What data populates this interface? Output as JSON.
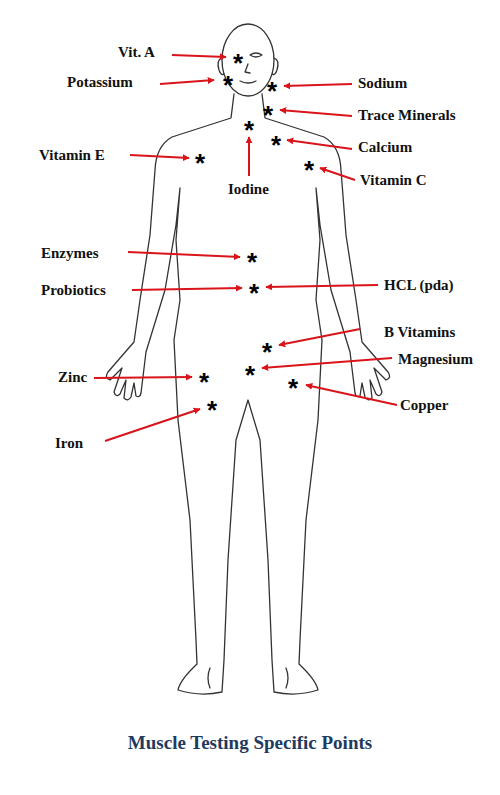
{
  "diagram": {
    "caption": "Muscle Testing Specific Points",
    "labels": [
      "Vit. A",
      "Potassium",
      "Sodium",
      "Trace Minerals",
      "Calcium",
      "Vitamin E",
      "Iodine",
      "Vitamin C",
      "Enzymes",
      "Probiotics",
      "HCL (pda)",
      "B Vitamins",
      "Magnesium",
      "Zinc",
      "Copper",
      "Iron",
      "*",
      "*",
      "*",
      "*",
      "*",
      "*",
      "*",
      "*",
      "*",
      "*",
      "*",
      "*",
      "*",
      "*",
      "*"
    ]
  }
}
